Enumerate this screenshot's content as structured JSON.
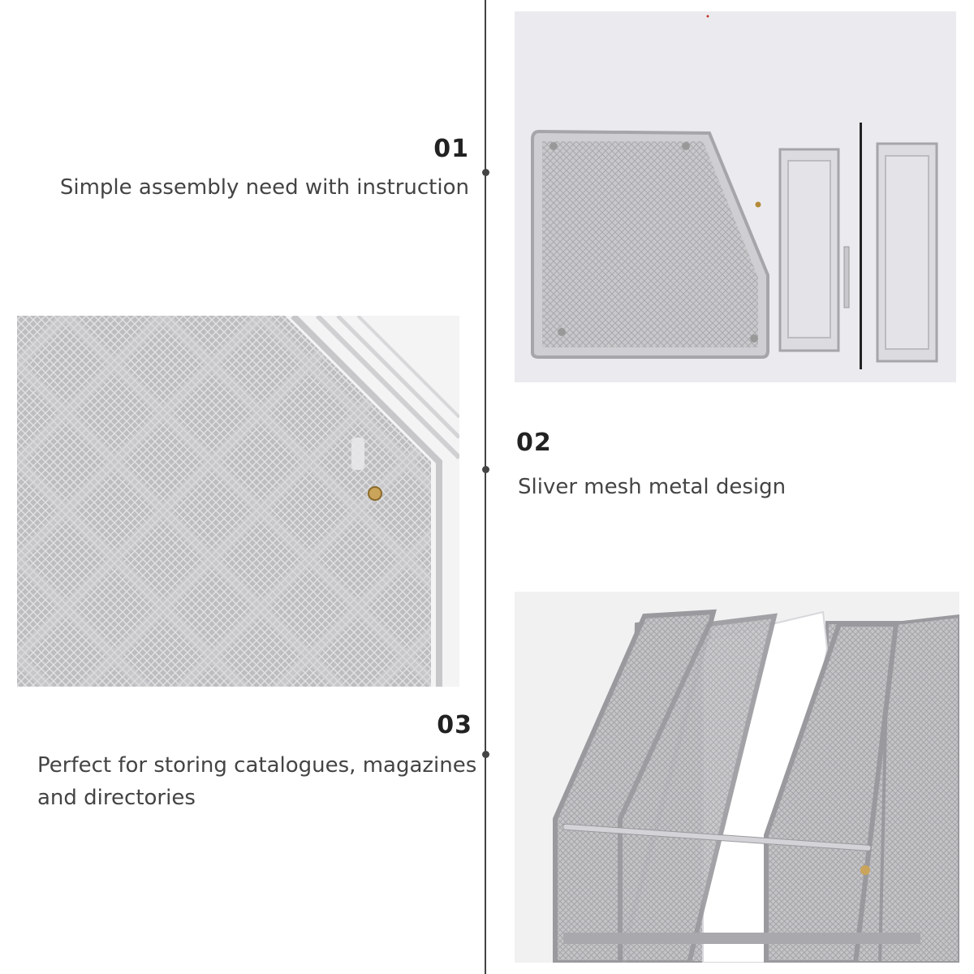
{
  "features": [
    {
      "number": "01",
      "text": "Simple assembly need with instruction"
    },
    {
      "number": "02",
      "text": "Sliver mesh metal design"
    },
    {
      "number": "03",
      "text_line1": "Perfect for storing catalogues, magazines",
      "text_line2": "and directories"
    }
  ],
  "colors": {
    "line": "#444444",
    "mesh": "#b8b8b8",
    "photo_bg": "#ebebef"
  }
}
